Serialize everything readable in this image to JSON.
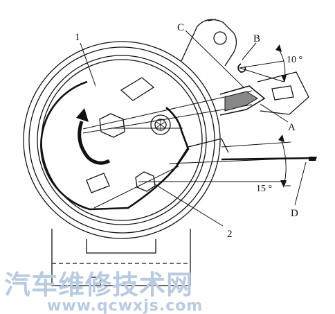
{
  "diagram": {
    "labels": {
      "one": "1",
      "two": "2",
      "a": "A",
      "b": "B",
      "c": "C",
      "d": "D",
      "angle_top": "10 °",
      "angle_bottom": "15 °"
    },
    "watermark": {
      "title": "汽车维修技术网",
      "url": "www.qcwxjs.com"
    }
  }
}
